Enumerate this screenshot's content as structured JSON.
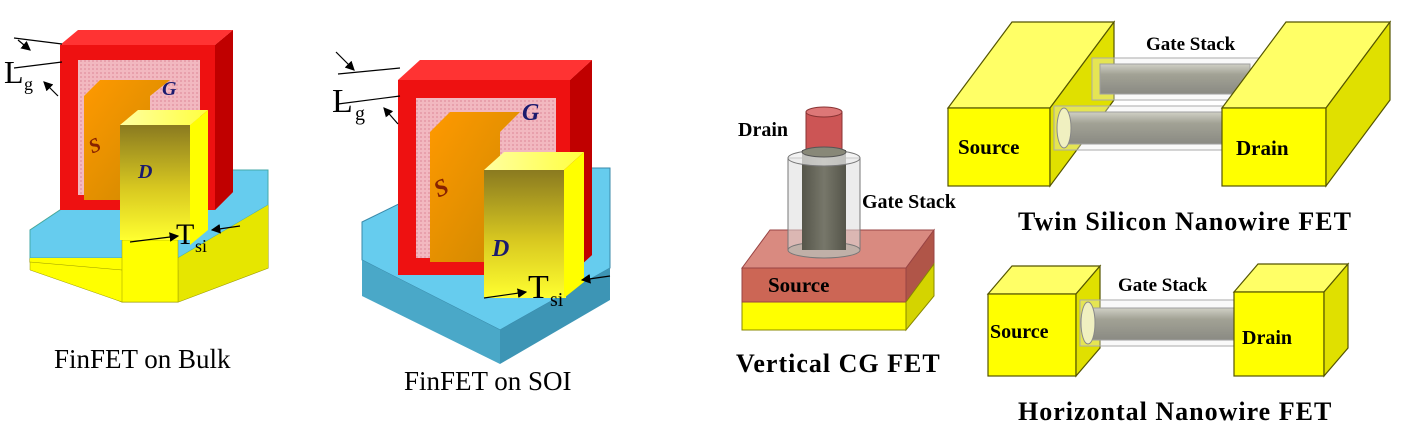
{
  "finfet_bulk": {
    "caption": "FinFET on Bulk",
    "gate_label": "G",
    "source_label": "S",
    "drain_label": "D",
    "lg_main": "L",
    "lg_sub": "g",
    "tsi_main": "T",
    "tsi_sub": "si"
  },
  "finfet_soi": {
    "caption": "FinFET on SOI",
    "gate_label": "G",
    "source_label": "S",
    "drain_label": "D",
    "lg_main": "L",
    "lg_sub": "g",
    "tsi_main": "T",
    "tsi_sub": "si"
  },
  "vertical_cg": {
    "caption": "Vertical CG FET",
    "drain_label": "Drain",
    "gate_stack_label": "Gate Stack",
    "source_label": "Source"
  },
  "twin_nanowire": {
    "caption": "Twin Silicon Nanowire FET",
    "gate_stack_label": "Gate Stack",
    "source_label": "Source",
    "drain_label": "Drain"
  },
  "horizontal_nanowire": {
    "caption": "Horizontal Nanowire FET",
    "gate_stack_label": "Gate Stack",
    "source_label": "Source",
    "drain_label": "Drain"
  },
  "colors": {
    "gate_red": "#ee1111",
    "silicon_yellow": "#ffff00",
    "oxide_blue": "#66ccee",
    "nanowire_gray": "#6e6e5a",
    "source_block_red": "#cc6655",
    "drain_cap_red": "#cc5555"
  }
}
